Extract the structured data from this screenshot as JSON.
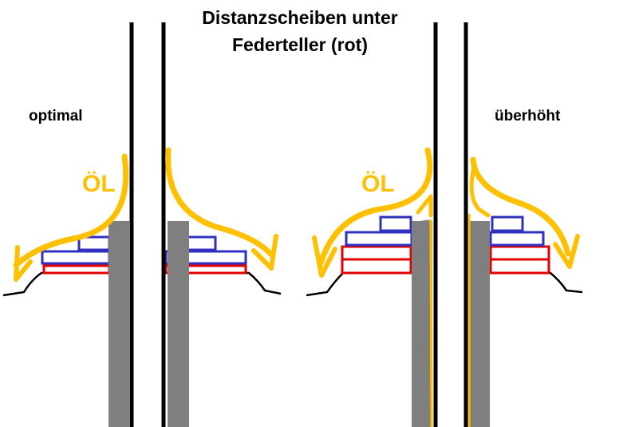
{
  "title": {
    "line1": "Distanzscheiben unter",
    "line2": "Federteller (rot)"
  },
  "labels": {
    "left": "optimal",
    "right": "überhöht",
    "oil_left": "ÖL",
    "oil_right": "ÖL"
  },
  "colors": {
    "oil": "#ffc000",
    "spacer": "#e00000",
    "spring_seat": "#3030c0",
    "valve_stem": "#7f7f7f",
    "guide_wall": "#000000",
    "background": "#ffffff"
  }
}
